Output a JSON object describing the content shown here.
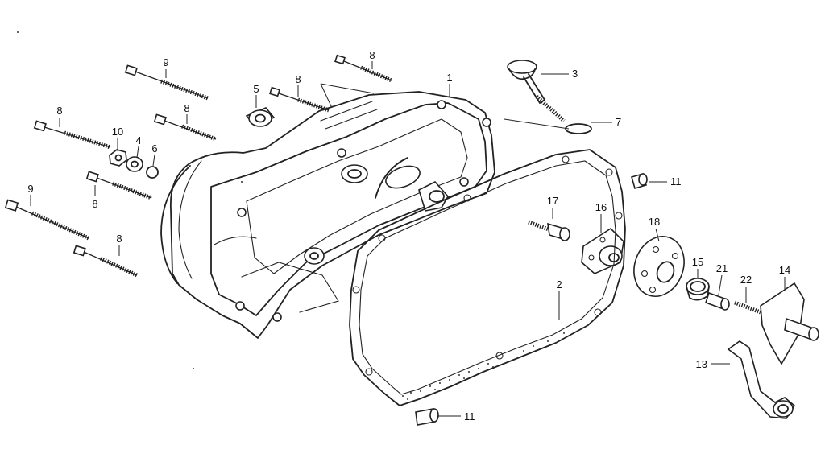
{
  "diagram": {
    "ink_color": "#222222",
    "background": "#ffffff",
    "callouts": [
      {
        "id": "c9a",
        "label": "9"
      },
      {
        "id": "c8a",
        "label": "8"
      },
      {
        "id": "c8b",
        "label": "8"
      },
      {
        "id": "c5",
        "label": "5"
      },
      {
        "id": "c1",
        "label": "1"
      },
      {
        "id": "c3",
        "label": "3"
      },
      {
        "id": "c7",
        "label": "7"
      },
      {
        "id": "c8c",
        "label": "8"
      },
      {
        "id": "c10",
        "label": "10"
      },
      {
        "id": "c4",
        "label": "4"
      },
      {
        "id": "c6",
        "label": "6"
      },
      {
        "id": "c8d",
        "label": "8"
      },
      {
        "id": "c8e",
        "label": "8"
      },
      {
        "id": "c9b",
        "label": "9"
      },
      {
        "id": "c8f",
        "label": "8"
      },
      {
        "id": "c8g",
        "label": "8"
      },
      {
        "id": "c11a",
        "label": "11"
      },
      {
        "id": "c17",
        "label": "17"
      },
      {
        "id": "c16",
        "label": "16"
      },
      {
        "id": "c18",
        "label": "18"
      },
      {
        "id": "c2",
        "label": "2"
      },
      {
        "id": "c15",
        "label": "15"
      },
      {
        "id": "c21",
        "label": "21"
      },
      {
        "id": "c22",
        "label": "22"
      },
      {
        "id": "c14",
        "label": "14"
      },
      {
        "id": "c13",
        "label": "13"
      },
      {
        "id": "c11b",
        "label": "11"
      }
    ]
  }
}
